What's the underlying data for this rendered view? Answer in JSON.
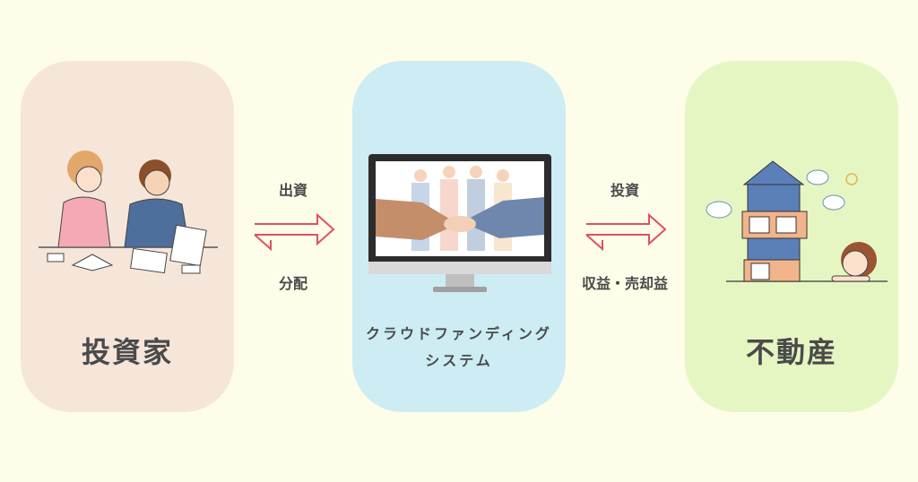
{
  "investor": {
    "label": "投資家"
  },
  "system": {
    "line1": "クラウドファンディング",
    "line2": "システム"
  },
  "estate": {
    "label": "不動産"
  },
  "left_flow": {
    "top": "出資",
    "bottom": "分配"
  },
  "right_flow": {
    "top": "投資",
    "bottom": "収益・売却益"
  },
  "colors": {
    "arrow": "#e05060",
    "investor_panel": "#f5e6d9",
    "system_panel": "#cdecf3",
    "estate_panel": "#e6f6c3",
    "background": "#fdfde9"
  }
}
